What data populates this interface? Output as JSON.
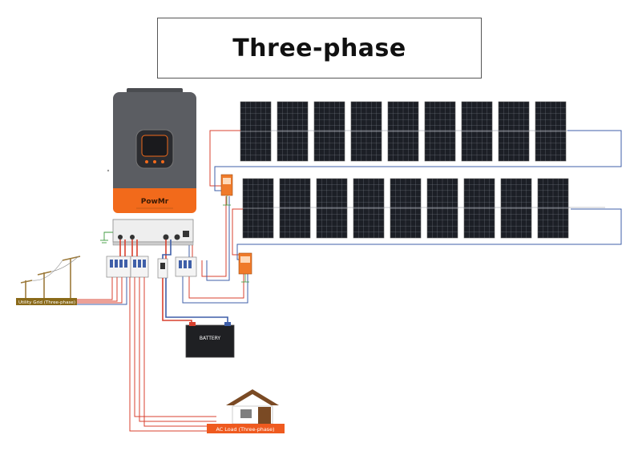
{
  "title": "Three-phase",
  "inverter": {
    "brand": "PowMr"
  },
  "labels": {
    "utility_grid": "Utility Grid  (Three-phase)",
    "battery": "BATTERY",
    "ac_load": "AC Load  (Three-phase)"
  },
  "pv_array": {
    "rows": 2,
    "panels_per_row": 9
  },
  "colors": {
    "inverter_body": "#5b5d62",
    "inverter_accent": "#f26a1b",
    "panel": "#1c1f26",
    "panel_grid": "#8a8f99",
    "wire_red": "#d8412f",
    "wire_blue": "#3f5fa8",
    "wire_ground": "#3e9a3e",
    "label_bg_orange": "#ef5a1f",
    "label_bg_olive": "#8a6a1a",
    "house_roof": "#7a4a24",
    "pole": "#9c7a3a"
  }
}
